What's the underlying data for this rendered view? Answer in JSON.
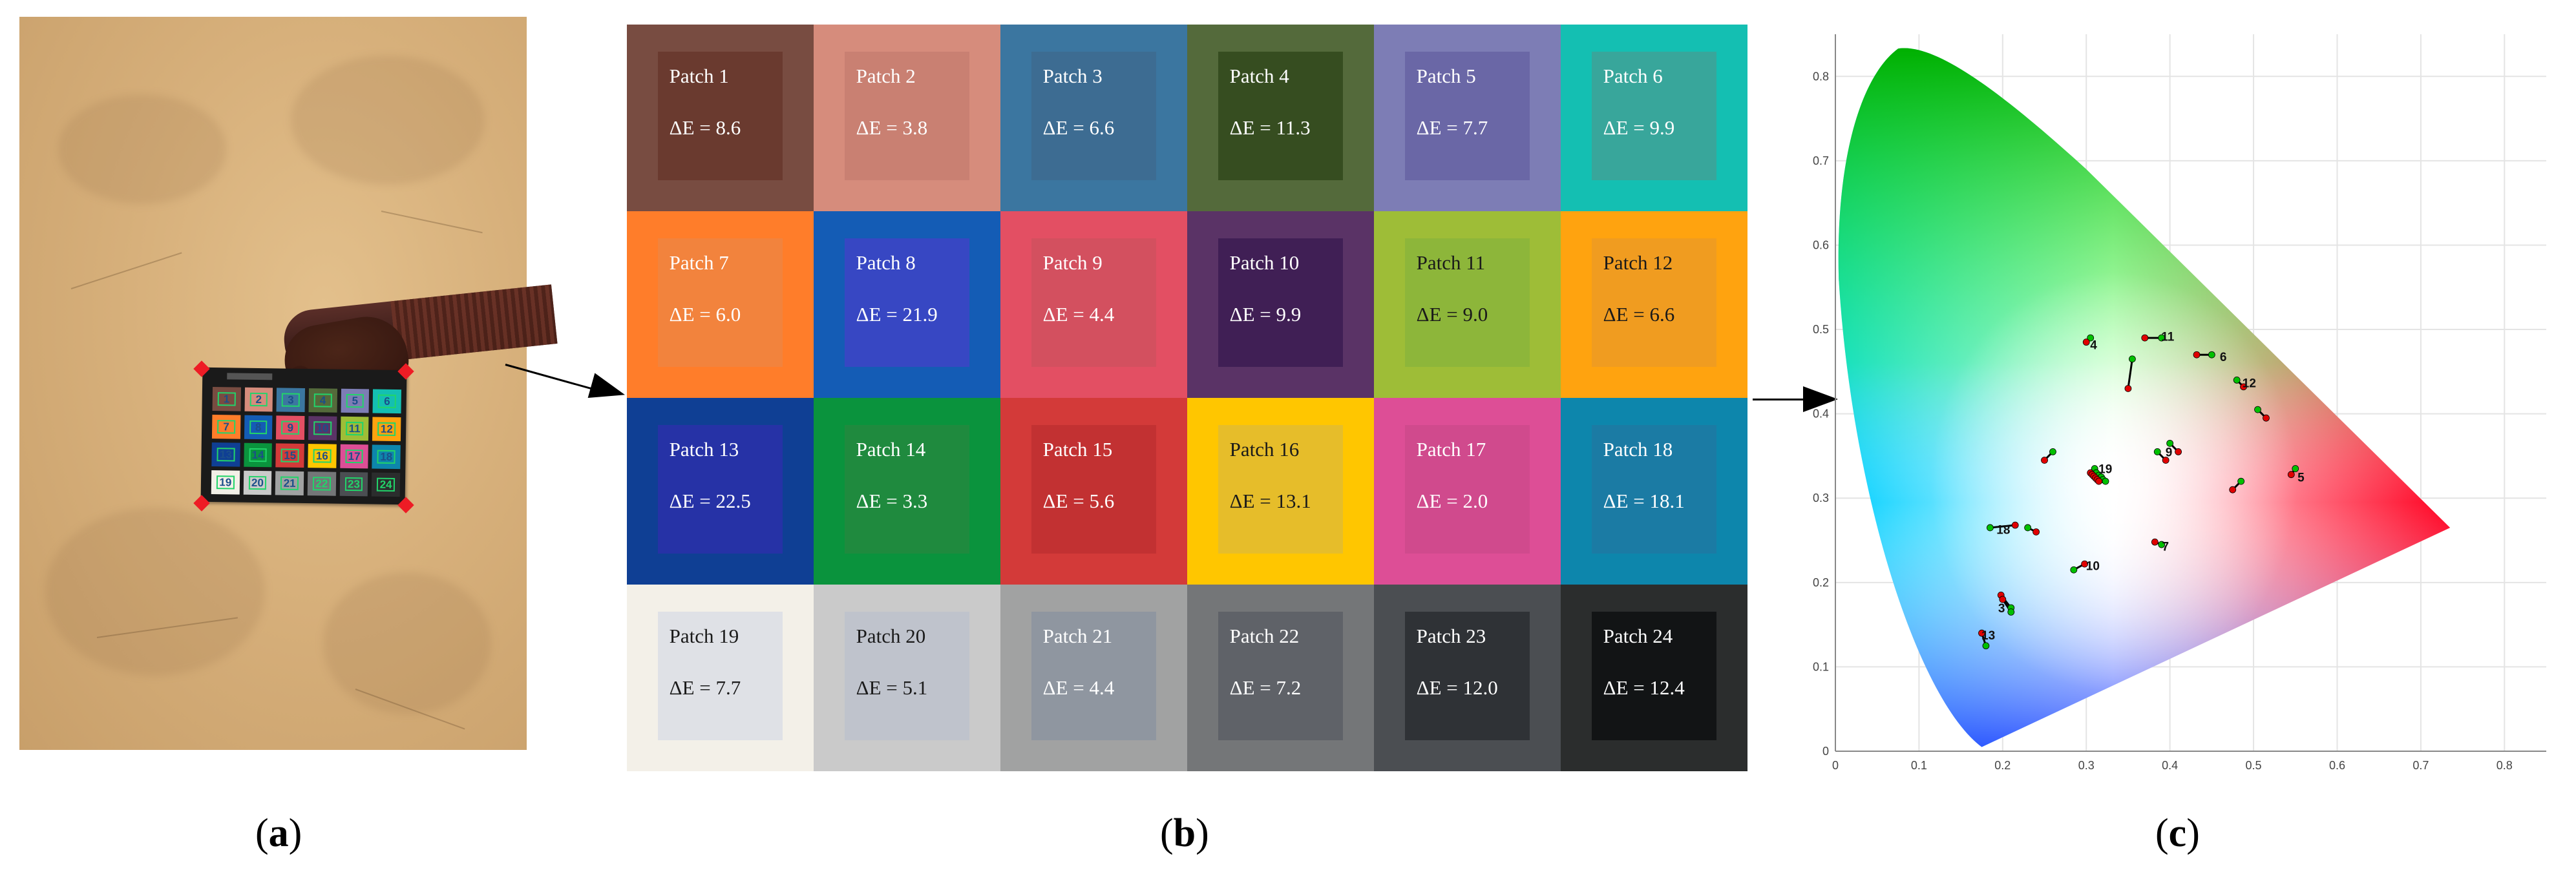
{
  "panel_a": {
    "chart_patch_numbers": [
      "1",
      "2",
      "3",
      "4",
      "5",
      "6",
      "7",
      "8",
      "9",
      "10",
      "11",
      "12",
      "13",
      "14",
      "15",
      "16",
      "17",
      "18",
      "19",
      "20",
      "21",
      "22",
      "23",
      "24"
    ]
  },
  "panel_b": {
    "patches": [
      {
        "label": "Patch 1",
        "de": "ΔE = 8.6",
        "outer": "#784c41",
        "inner": "#6a3a2f",
        "text": "#ffffff"
      },
      {
        "label": "Patch 2",
        "de": "ΔE = 3.8",
        "outer": "#d68c7c",
        "inner": "#c98072",
        "text": "#ffffff"
      },
      {
        "label": "Patch 3",
        "de": "ΔE = 6.6",
        "outer": "#3b76a0",
        "inner": "#3d6c92",
        "text": "#ffffff"
      },
      {
        "label": "Patch 4",
        "de": "ΔE = 11.3",
        "outer": "#546a3b",
        "inner": "#364d20",
        "text": "#ffffff"
      },
      {
        "label": "Patch 5",
        "de": "ΔE = 7.7",
        "outer": "#7d7db5",
        "inner": "#6a67a6",
        "text": "#ffffff"
      },
      {
        "label": "Patch 6",
        "de": "ΔE = 9.9",
        "outer": "#14bfb2",
        "inner": "#38a69b",
        "text": "#ffffff"
      },
      {
        "label": "Patch 7",
        "de": "ΔE = 6.0",
        "outer": "#ff7d2a",
        "inner": "#f2833d",
        "text": "#ffffff"
      },
      {
        "label": "Patch 8",
        "de": "ΔE = 21.9",
        "outer": "#145cb5",
        "inner": "#3747c3",
        "text": "#ffffff"
      },
      {
        "label": "Patch 9",
        "de": "ΔE = 4.4",
        "outer": "#e34f63",
        "inner": "#d3505f",
        "text": "#ffffff"
      },
      {
        "label": "Patch 10",
        "de": "ΔE = 9.9",
        "outer": "#5a3366",
        "inner": "#401f55",
        "text": "#ffffff"
      },
      {
        "label": "Patch 11",
        "de": "ΔE = 9.0",
        "outer": "#9ebd37",
        "inner": "#8db63a",
        "text": "#1a1a1a"
      },
      {
        "label": "Patch 12",
        "de": "ΔE = 6.6",
        "outer": "#ffa30f",
        "inner": "#f09c20",
        "text": "#1a1a1a"
      },
      {
        "label": "Patch 13",
        "de": "ΔE = 22.5",
        "outer": "#0f3f94",
        "inner": "#2632a6",
        "text": "#ffffff"
      },
      {
        "label": "Patch 14",
        "de": "ΔE = 3.3",
        "outer": "#0a933d",
        "inner": "#1f8a3e",
        "text": "#ffffff"
      },
      {
        "label": "Patch 15",
        "de": "ΔE = 5.6",
        "outer": "#d33a39",
        "inner": "#c23132",
        "text": "#ffffff"
      },
      {
        "label": "Patch 16",
        "de": "ΔE = 13.1",
        "outer": "#ffc600",
        "inner": "#e6bd2a",
        "text": "#1a1a1a"
      },
      {
        "label": "Patch 17",
        "de": "ΔE = 2.0",
        "outer": "#dd4e96",
        "inner": "#d04a8d",
        "text": "#ffffff"
      },
      {
        "label": "Patch 18",
        "de": "ΔE = 18.1",
        "outer": "#0d86ac",
        "inner": "#1b7ba4",
        "text": "#ffffff"
      },
      {
        "label": "Patch 19",
        "de": "ΔE = 7.7",
        "outer": "#f3f0e8",
        "inner": "#dfe1e6",
        "text": "#1a1a1a"
      },
      {
        "label": "Patch 20",
        "de": "ΔE = 5.1",
        "outer": "#cacaca",
        "inner": "#bfc3cc",
        "text": "#1a1a1a"
      },
      {
        "label": "Patch 21",
        "de": "ΔE = 4.4",
        "outer": "#a1a2a2",
        "inner": "#8f96a0",
        "text": "#ffffff"
      },
      {
        "label": "Patch 22",
        "de": "ΔE = 7.2",
        "outer": "#747678",
        "inner": "#5f6268",
        "text": "#ffffff"
      },
      {
        "label": "Patch 23",
        "de": "ΔE = 12.0",
        "outer": "#4b4e52",
        "inner": "#2f3236",
        "text": "#ffffff"
      },
      {
        "label": "Patch 24",
        "de": "ΔE = 12.4",
        "outer": "#2b2d2d",
        "inner": "#121415",
        "text": "#ffffff"
      }
    ]
  },
  "panel_c": {
    "chart_data": {
      "type": "scatter",
      "title": "",
      "xlabel": "",
      "ylabel": "",
      "xlim": [
        0,
        0.85
      ],
      "ylim": [
        0,
        0.85
      ],
      "x_ticks": [
        "0",
        "0.1",
        "0.2",
        "0.3",
        "0.4",
        "0.5",
        "0.6",
        "0.7",
        "0.8"
      ],
      "y_ticks": [
        "0",
        "0.1",
        "0.2",
        "0.3",
        "0.4",
        "0.5",
        "0.6",
        "0.7",
        "0.8"
      ],
      "grid": true,
      "gamut_locus_approx": [
        [
          0.175,
          0.005
        ],
        [
          0.08,
          0.82
        ],
        [
          0.01,
          0.7
        ],
        [
          0.0,
          0.62
        ],
        [
          0.02,
          0.36
        ],
        [
          0.09,
          0.12
        ],
        [
          0.735,
          0.265
        ]
      ],
      "series": [
        {
          "color": "#00c000",
          "points": [
            {
              "id": "1",
              "x": 0.4,
              "y": 0.365
            },
            {
              "id": "2",
              "x": 0.385,
              "y": 0.355
            },
            {
              "id": "3",
              "x": 0.21,
              "y": 0.17
            },
            {
              "id": "4",
              "x": 0.305,
              "y": 0.49
            },
            {
              "id": "5",
              "x": 0.23,
              "y": 0.265
            },
            {
              "id": "6",
              "x": 0.26,
              "y": 0.355
            },
            {
              "id": "7",
              "x": 0.505,
              "y": 0.405
            },
            {
              "id": "8",
              "x": 0.21,
              "y": 0.165
            },
            {
              "id": "9",
              "x": 0.485,
              "y": 0.32
            },
            {
              "id": "10",
              "x": 0.285,
              "y": 0.215
            },
            {
              "id": "11",
              "x": 0.39,
              "y": 0.49
            },
            {
              "id": "12",
              "x": 0.48,
              "y": 0.44
            },
            {
              "id": "13",
              "x": 0.18,
              "y": 0.125
            },
            {
              "id": "14",
              "x": 0.355,
              "y": 0.465
            },
            {
              "id": "15",
              "x": 0.55,
              "y": 0.335
            },
            {
              "id": "16",
              "x": 0.45,
              "y": 0.47
            },
            {
              "id": "17",
              "x": 0.39,
              "y": 0.245
            },
            {
              "id": "18",
              "x": 0.185,
              "y": 0.265
            },
            {
              "id": "19",
              "x": 0.31,
              "y": 0.335
            },
            {
              "id": "20",
              "x": 0.312,
              "y": 0.33
            },
            {
              "id": "21",
              "x": 0.315,
              "y": 0.327
            },
            {
              "id": "22",
              "x": 0.318,
              "y": 0.325
            },
            {
              "id": "23",
              "x": 0.32,
              "y": 0.322
            },
            {
              "id": "24",
              "x": 0.323,
              "y": 0.32
            }
          ]
        },
        {
          "color": "#e00000",
          "points": [
            {
              "id": "1",
              "x": 0.41,
              "y": 0.355
            },
            {
              "id": "2",
              "x": 0.395,
              "y": 0.345
            },
            {
              "id": "3",
              "x": 0.198,
              "y": 0.185
            },
            {
              "id": "4",
              "x": 0.3,
              "y": 0.485
            },
            {
              "id": "5",
              "x": 0.24,
              "y": 0.26
            },
            {
              "id": "6",
              "x": 0.25,
              "y": 0.345
            },
            {
              "id": "7",
              "x": 0.515,
              "y": 0.395
            },
            {
              "id": "8",
              "x": 0.2,
              "y": 0.18
            },
            {
              "id": "9",
              "x": 0.475,
              "y": 0.31
            },
            {
              "id": "10",
              "x": 0.298,
              "y": 0.222
            },
            {
              "id": "11",
              "x": 0.37,
              "y": 0.49
            },
            {
              "id": "12",
              "x": 0.488,
              "y": 0.432
            },
            {
              "id": "13",
              "x": 0.175,
              "y": 0.14
            },
            {
              "id": "14",
              "x": 0.35,
              "y": 0.43
            },
            {
              "id": "15",
              "x": 0.545,
              "y": 0.328
            },
            {
              "id": "16",
              "x": 0.432,
              "y": 0.47
            },
            {
              "id": "17",
              "x": 0.382,
              "y": 0.248
            },
            {
              "id": "18",
              "x": 0.215,
              "y": 0.268
            },
            {
              "id": "19",
              "x": 0.305,
              "y": 0.33
            },
            {
              "id": "20",
              "x": 0.307,
              "y": 0.328
            },
            {
              "id": "21",
              "x": 0.309,
              "y": 0.326
            },
            {
              "id": "22",
              "x": 0.311,
              "y": 0.324
            },
            {
              "id": "23",
              "x": 0.313,
              "y": 0.322
            },
            {
              "id": "24",
              "x": 0.315,
              "y": 0.32
            }
          ]
        }
      ],
      "point_labels": [
        {
          "text": "4",
          "x": 0.3,
          "y": 0.482
        },
        {
          "text": "11",
          "x": 0.385,
          "y": 0.492
        },
        {
          "text": "6",
          "x": 0.455,
          "y": 0.468
        },
        {
          "text": "12",
          "x": 0.482,
          "y": 0.437
        },
        {
          "text": "9",
          "x": 0.39,
          "y": 0.355
        },
        {
          "text": "5",
          "x": 0.548,
          "y": 0.325
        },
        {
          "text": "19",
          "x": 0.31,
          "y": 0.335
        },
        {
          "text": "3",
          "x": 0.19,
          "y": 0.17
        },
        {
          "text": "18",
          "x": 0.188,
          "y": 0.263
        },
        {
          "text": "10",
          "x": 0.295,
          "y": 0.22
        },
        {
          "text": "7",
          "x": 0.386,
          "y": 0.243
        },
        {
          "text": "13",
          "x": 0.17,
          "y": 0.138
        }
      ]
    }
  },
  "captions": {
    "a": "a",
    "b": "b",
    "c": "c"
  }
}
